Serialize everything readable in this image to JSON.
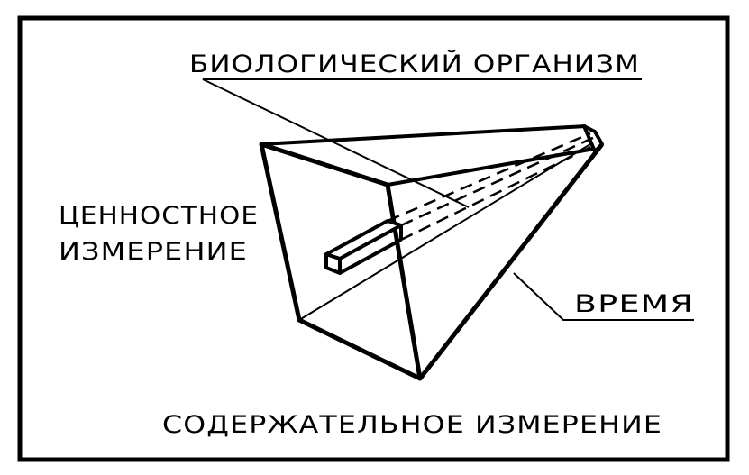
{
  "diagram": {
    "labels": {
      "biological_organism": "БИОЛОГИЧЕСКИЙ ОРГАНИЗМ",
      "value_dimension_line1": "ЦЕННОСТНОЕ",
      "value_dimension_line2": "ИЗМЕРЕНИЕ",
      "time": "ВРЕМЯ",
      "content_dimension": "СОДЕРЖАТЕЛЬНОЕ ИЗМЕРЕНИЕ"
    },
    "colors": {
      "ink": "#000000",
      "paper": "#ffffff"
    }
  }
}
